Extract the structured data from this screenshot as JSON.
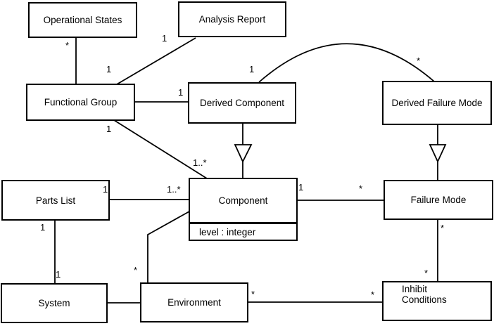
{
  "diagram": {
    "kind": "uml-class-diagram",
    "background_color": "#ffffff",
    "line_color": "#000000",
    "classes": {
      "operational_states": {
        "name": "Operational States"
      },
      "analysis_report": {
        "name": "Analysis Report"
      },
      "functional_group": {
        "name": "Functional Group"
      },
      "derived_component": {
        "name": "Derived Component"
      },
      "derived_failure_mode": {
        "name": "Derived Failure Mode"
      },
      "parts_list": {
        "name": "Parts List"
      },
      "component": {
        "name": "Component",
        "attributes": [
          "level : integer"
        ]
      },
      "failure_mode": {
        "name": "Failure Mode"
      },
      "system": {
        "name": "System"
      },
      "environment": {
        "name": "Environment"
      },
      "inhibit_conditions": {
        "name": "Inhibit Conditions"
      }
    },
    "associations": [
      {
        "id": "os-fg",
        "from": "Operational States",
        "to": "Functional Group",
        "type": "association",
        "from_mult": "*",
        "to_mult": "1"
      },
      {
        "id": "fg-ar",
        "from": "Functional Group",
        "to": "Analysis Report",
        "type": "association",
        "to_mult": "1"
      },
      {
        "id": "fg-dc",
        "from": "Functional Group",
        "to": "Derived Component",
        "type": "association",
        "to_mult": "1"
      },
      {
        "id": "fg-comp",
        "from": "Functional Group",
        "to": "Component",
        "type": "association",
        "from_mult": "1",
        "to_mult": "1..*"
      },
      {
        "id": "dc-dfm",
        "from": "Derived Component",
        "to": "Derived Failure Mode",
        "type": "association",
        "from_mult": "1",
        "to_mult": "*"
      },
      {
        "id": "dc-comp",
        "from": "Derived Component",
        "to": "Component",
        "type": "generalization"
      },
      {
        "id": "dfm-fm",
        "from": "Derived Failure Mode",
        "to": "Failure Mode",
        "type": "generalization"
      },
      {
        "id": "pl-comp",
        "from": "Parts List",
        "to": "Component",
        "type": "association",
        "from_mult": "1",
        "to_mult": "1..*"
      },
      {
        "id": "comp-fm",
        "from": "Component",
        "to": "Failure Mode",
        "type": "association",
        "from_mult": "1",
        "to_mult": "*"
      },
      {
        "id": "pl-sys",
        "from": "Parts List",
        "to": "System",
        "type": "association",
        "from_mult": "1",
        "to_mult": "1"
      },
      {
        "id": "sys-env",
        "from": "System",
        "to": "Environment",
        "type": "association"
      },
      {
        "id": "comp-env",
        "from": "Component",
        "to": "Environment",
        "type": "association",
        "to_mult": "*"
      },
      {
        "id": "env-ic",
        "from": "Environment",
        "to": "Inhibit Conditions",
        "type": "association",
        "from_mult": "*",
        "to_mult": "*"
      },
      {
        "id": "fm-ic",
        "from": "Failure Mode",
        "to": "Inhibit Conditions",
        "type": "association",
        "from_mult": "*",
        "to_mult": "*"
      }
    ]
  }
}
